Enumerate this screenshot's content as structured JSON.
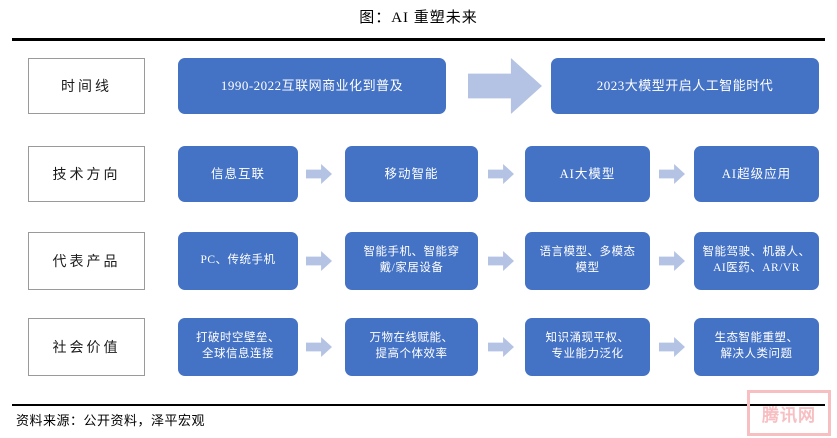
{
  "figure": {
    "title": "图：AI 重塑未来",
    "source": "资料来源：公开资料，泽平宏观",
    "watermark": "腾讯网"
  },
  "colors": {
    "box_blue": "#4472C4",
    "arrow_lavender": "#B4C3E4",
    "label_border": "#9A9A9A",
    "rule_black": "#000000",
    "watermark_pink": "#F7BFC2"
  },
  "rows": [
    {
      "label": "时间线",
      "boxes": [
        {
          "text": "1990-2022互联网商业化到普及"
        },
        {
          "text": "2023大模型开启人工智能时代"
        }
      ],
      "arrows": [
        "big-arrow-right"
      ]
    },
    {
      "label": "技术方向",
      "boxes": [
        {
          "text": "信息互联"
        },
        {
          "text": "移动智能"
        },
        {
          "text": "AI大模型"
        },
        {
          "text": "AI超级应用"
        }
      ],
      "arrows": [
        "arrow-right",
        "arrow-right",
        "arrow-right"
      ]
    },
    {
      "label": "代表产品",
      "boxes": [
        {
          "text": "PC、传统手机"
        },
        {
          "line1": "智能手机、智能穿",
          "line2": "戴/家居设备"
        },
        {
          "line1": "语言模型、多模态",
          "line2": "模型"
        },
        {
          "line1": "智能驾驶、机器人、",
          "line2": "AI医药、AR/VR"
        }
      ],
      "arrows": [
        "arrow-right",
        "arrow-right",
        "arrow-right"
      ]
    },
    {
      "label": "社会价值",
      "boxes": [
        {
          "line1": "打破时空壁垒、",
          "line2": "全球信息连接"
        },
        {
          "line1": "万物在线赋能、",
          "line2": "提高个体效率"
        },
        {
          "line1": "知识涌现平权、",
          "line2": "专业能力泛化"
        },
        {
          "line1": "生态智能重塑、",
          "line2": "解决人类问题"
        }
      ],
      "arrows": [
        "arrow-right",
        "arrow-right",
        "arrow-right"
      ]
    }
  ]
}
